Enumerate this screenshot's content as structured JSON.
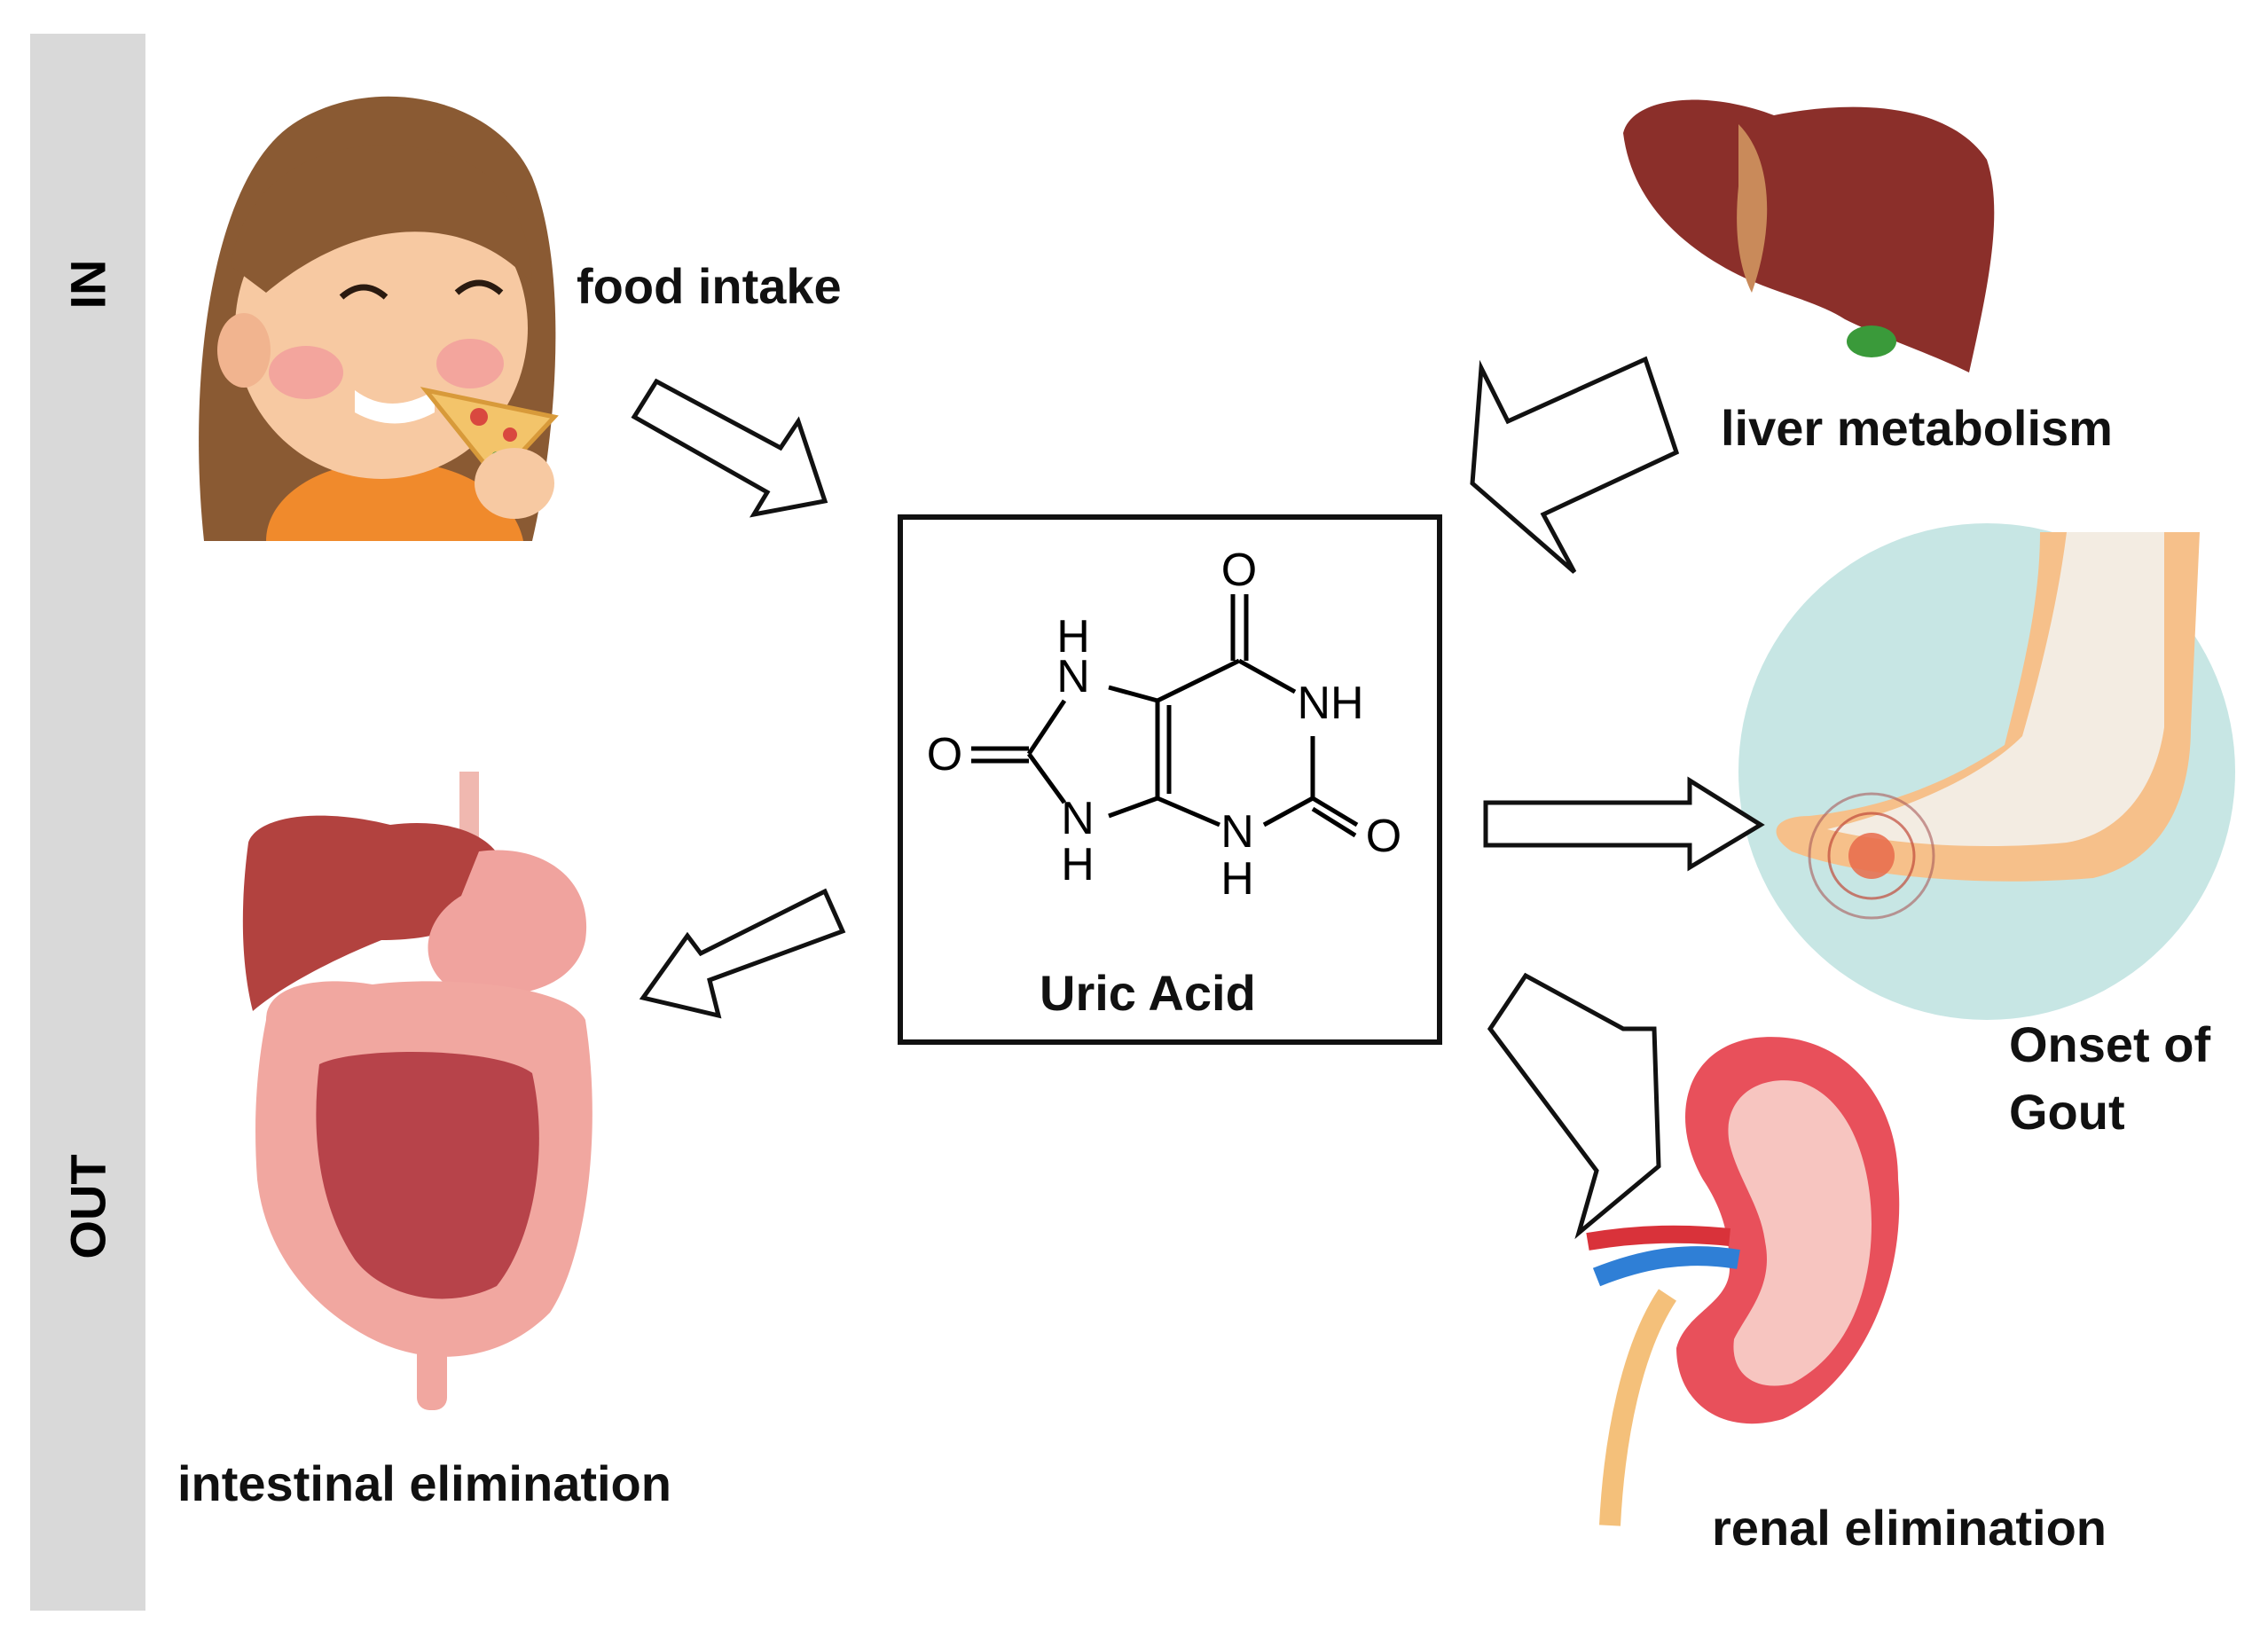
{
  "sidebar": {
    "in_label": "IN",
    "out_label": "OUT"
  },
  "center": {
    "title": "Uric Acid",
    "atoms": {
      "o_top": "O",
      "o_left": "O",
      "o_right": "O",
      "h": "H",
      "n": "N",
      "nh": "NH"
    }
  },
  "nodes": {
    "food": {
      "label": "food intake"
    },
    "liver": {
      "label": "liver metabolism"
    },
    "gout": {
      "label": "Onset of Gout"
    },
    "intestine": {
      "label": "intestinal elimination"
    },
    "kidney": {
      "label": "renal elimination"
    }
  },
  "colors": {
    "sidebar": "#d9d9d9",
    "gout_circle": "#c7e6e4",
    "liver": "#8b2f2a",
    "kidney": "#e8505b",
    "arrow_stroke": "#111111"
  }
}
